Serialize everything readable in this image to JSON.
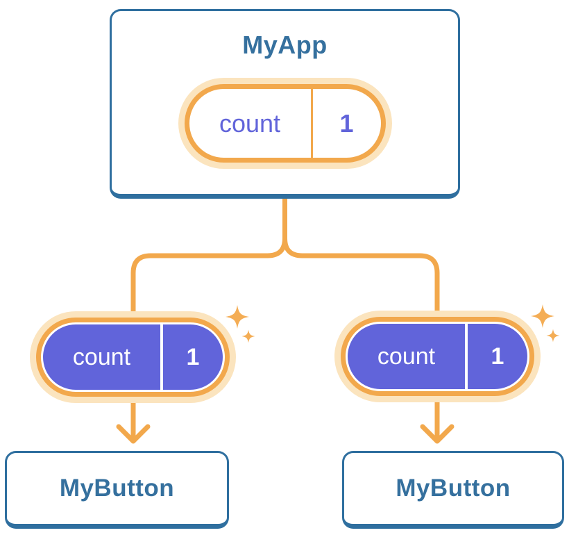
{
  "colors": {
    "blue-border": "#2F6F9F",
    "blue-text": "#35709E",
    "orange": "#F2A84C",
    "orange-light": "#FBE4BE",
    "sparkle": "#F4AD55",
    "purple": "#6164DA",
    "bg": "#FFFFFF"
  },
  "tree": {
    "root": {
      "label": "MyApp",
      "state": {
        "name": "count",
        "value": "1"
      }
    },
    "children": [
      {
        "label": "MyButton",
        "state": {
          "name": "count",
          "value": "1"
        }
      },
      {
        "label": "MyButton",
        "state": {
          "name": "count",
          "value": "1"
        }
      }
    ]
  }
}
